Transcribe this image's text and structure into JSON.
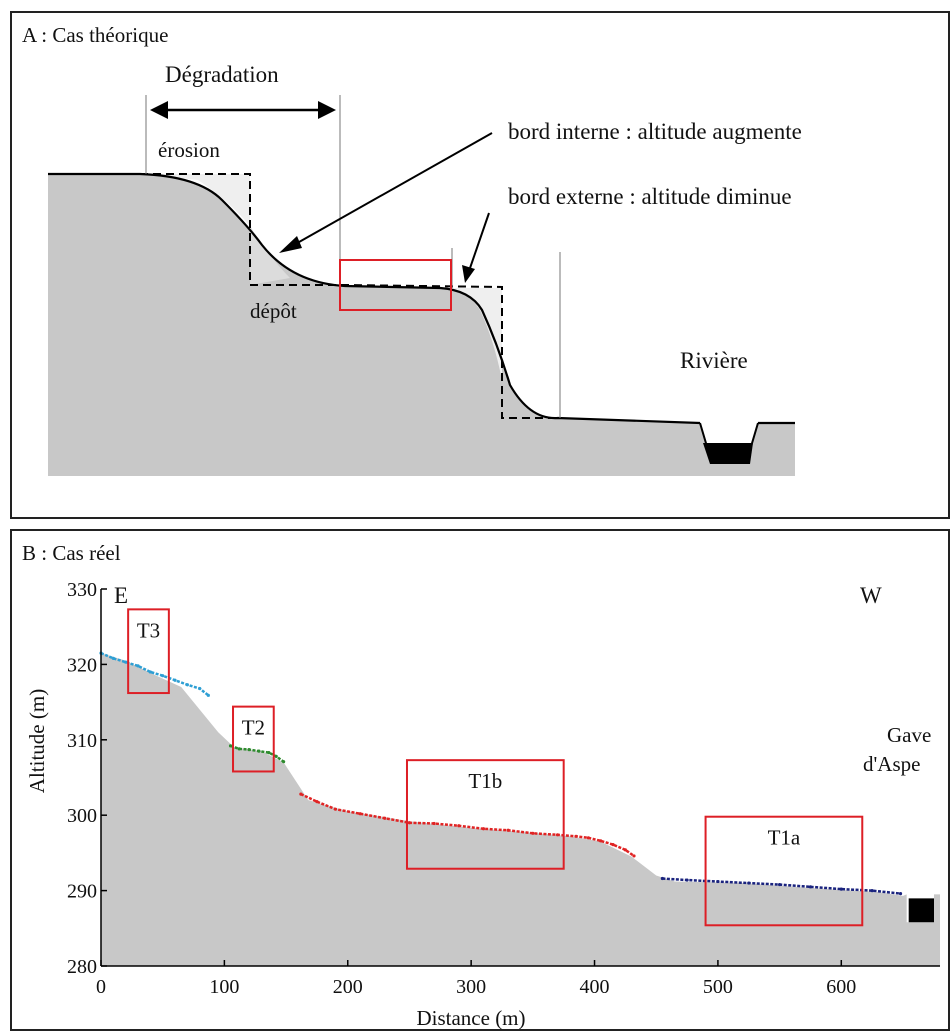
{
  "panel_a": {
    "title": "A : Cas théorique",
    "degradation_label": "Dégradation",
    "erosion_label": "érosion",
    "depot_label": "dépôt",
    "inner_edge_label": "bord interne : altitude augmente",
    "outer_edge_label": "bord externe : altitude diminue",
    "river_label": "Rivière",
    "colors": {
      "ground": "#c8c8c8",
      "highlight": "#dd1f26",
      "river": "#000000"
    }
  },
  "panel_b": {
    "title": "B : Cas réel",
    "east_label": "E",
    "west_label": "W",
    "river_label_line1": "Gave",
    "river_label_line2": "d'Aspe",
    "chart_data": {
      "type": "area",
      "xlabel": "Distance (m)",
      "ylabel": "Altitude (m)",
      "xlim": [
        0,
        680
      ],
      "ylim": [
        280,
        330
      ],
      "x_ticks": [
        0,
        100,
        200,
        300,
        400,
        500,
        600
      ],
      "y_ticks": [
        280,
        290,
        300,
        310,
        320,
        330
      ],
      "profile": [
        {
          "x": 0,
          "y": 321.5
        },
        {
          "x": 20,
          "y": 320.5
        },
        {
          "x": 45,
          "y": 318.5
        },
        {
          "x": 65,
          "y": 317.0
        },
        {
          "x": 80,
          "y": 314.0
        },
        {
          "x": 95,
          "y": 311.0
        },
        {
          "x": 108,
          "y": 309.0
        },
        {
          "x": 130,
          "y": 308.5
        },
        {
          "x": 148,
          "y": 307.0
        },
        {
          "x": 160,
          "y": 304.0
        },
        {
          "x": 168,
          "y": 302.0
        },
        {
          "x": 200,
          "y": 300.5
        },
        {
          "x": 250,
          "y": 299.2
        },
        {
          "x": 300,
          "y": 298.3
        },
        {
          "x": 340,
          "y": 297.8
        },
        {
          "x": 380,
          "y": 297.2
        },
        {
          "x": 405,
          "y": 296.5
        },
        {
          "x": 430,
          "y": 294.5
        },
        {
          "x": 450,
          "y": 292.0
        },
        {
          "x": 465,
          "y": 291.2
        },
        {
          "x": 520,
          "y": 291.0
        },
        {
          "x": 580,
          "y": 290.3
        },
        {
          "x": 630,
          "y": 289.8
        },
        {
          "x": 650,
          "y": 289.3
        }
      ],
      "series": [
        {
          "name": "T3",
          "color": "#2e9fd4",
          "x": [
            0,
            10,
            20,
            30,
            40,
            50,
            60,
            70,
            80,
            87
          ],
          "y": [
            321.5,
            320.8,
            320.3,
            319.8,
            319.0,
            318.5,
            317.9,
            317.3,
            316.8,
            315.9
          ]
        },
        {
          "name": "T2",
          "color": "#2e8b2e",
          "x": [
            105,
            112,
            120,
            128,
            136,
            142,
            148
          ],
          "y": [
            309.2,
            308.8,
            308.7,
            308.5,
            308.3,
            307.8,
            307.1
          ]
        },
        {
          "name": "T1b",
          "color": "#e02424",
          "x": [
            162,
            175,
            190,
            210,
            230,
            250,
            270,
            290,
            310,
            330,
            350,
            370,
            385,
            395,
            405,
            415,
            425,
            432
          ],
          "y": [
            302.8,
            301.8,
            300.8,
            300.2,
            299.6,
            299.0,
            298.9,
            298.6,
            298.2,
            298.0,
            297.6,
            297.4,
            297.2,
            297.0,
            296.6,
            296.1,
            295.4,
            294.6
          ]
        },
        {
          "name": "T1a",
          "color": "#1a237e",
          "x": [
            455,
            475,
            500,
            525,
            550,
            575,
            600,
            625,
            648
          ],
          "y": [
            291.6,
            291.4,
            291.2,
            291.0,
            290.8,
            290.5,
            290.2,
            290.0,
            289.6
          ]
        }
      ],
      "zones": [
        {
          "label": "T3",
          "x": [
            22,
            55
          ],
          "y": [
            316.2,
            327.3
          ]
        },
        {
          "label": "T2",
          "x": [
            107,
            140
          ],
          "y": [
            305.8,
            314.4
          ]
        },
        {
          "label": "T1b",
          "x": [
            248,
            375
          ],
          "y": [
            292.9,
            307.3
          ]
        },
        {
          "label": "T1a",
          "x": [
            490,
            617
          ],
          "y": [
            285.4,
            299.8
          ]
        }
      ],
      "river": {
        "x": [
          653,
          680
        ],
        "y": [
          285.8,
          289.5
        ]
      }
    }
  }
}
